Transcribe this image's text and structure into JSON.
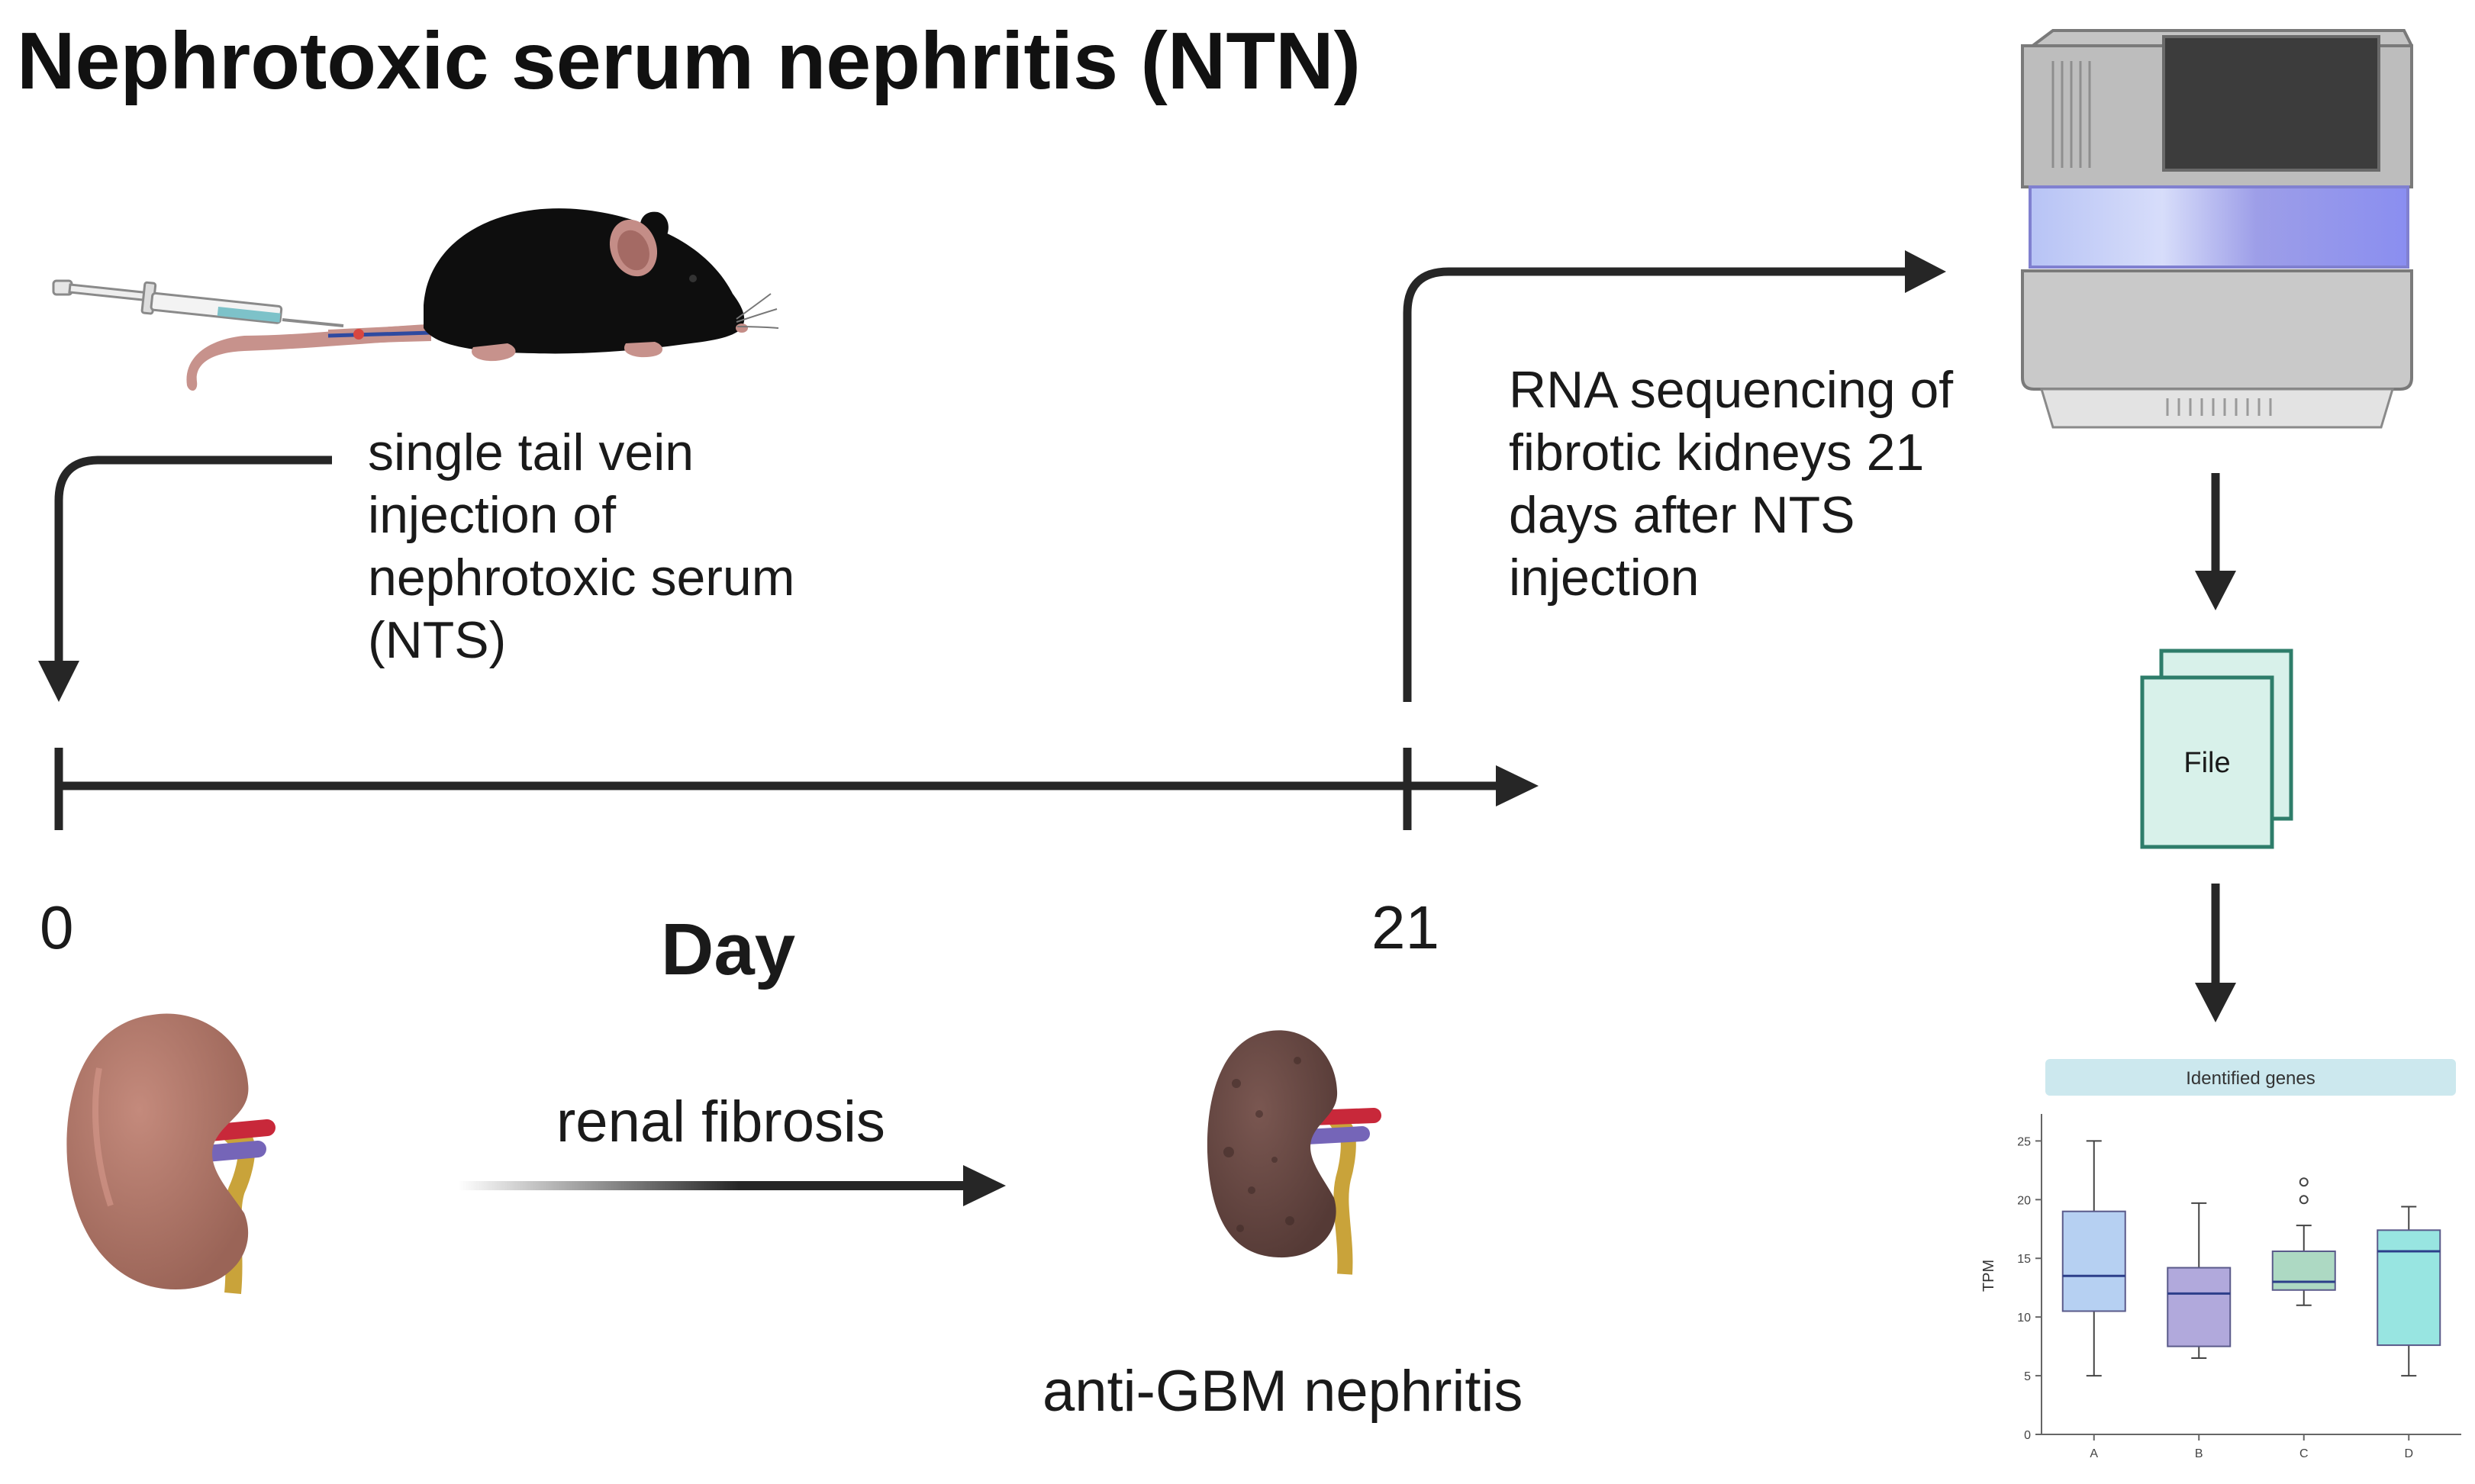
{
  "title": "Nephrotoxic serum nephritis (NTN)",
  "timeline": {
    "axis_label": "Day",
    "ticks": [
      "0",
      "21"
    ]
  },
  "injection_note": "single tail vein injection of nephrotoxic serum (NTS)",
  "sequencing_note": "RNA sequencing of fibrotic kidneys 21 days after NTS injection",
  "process_label": "renal fibrosis",
  "outcome_label": "anti-GBM nephritis",
  "file_label": "File",
  "chart_data": {
    "type": "box",
    "title": "Identified genes",
    "ylabel": "TPM",
    "xlabel": "",
    "ylim": [
      0,
      26
    ],
    "yticks": [
      "0",
      "5",
      "10",
      "15",
      "20",
      "25"
    ],
    "categories": [
      "A",
      "B",
      "C",
      "D"
    ],
    "boxes": [
      {
        "category": "A",
        "min": 5,
        "q1": 10.5,
        "median": 13.5,
        "q3": 19,
        "max": 25,
        "outliers": [],
        "color": "#a9c8f0"
      },
      {
        "category": "B",
        "min": 6.5,
        "q1": 7.5,
        "median": 12,
        "q3": 14.2,
        "max": 19.7,
        "outliers": [],
        "color": "#a39ad6"
      },
      {
        "category": "C",
        "min": 11,
        "q1": 12.3,
        "median": 13,
        "q3": 15.6,
        "max": 17.8,
        "outliers": [
          20,
          21.5
        ],
        "color": "#9fd2b8"
      },
      {
        "category": "D",
        "min": 5,
        "q1": 7.6,
        "median": 15.6,
        "q3": 17.4,
        "max": 19.4,
        "outliers": [],
        "color": "#86e0dc"
      }
    ]
  },
  "colors": {
    "arrow": "#262626",
    "file_stroke": "#2e7d6a",
    "file_fill": "#d8f1ea",
    "kidney_healthy": "#b1776a",
    "kidney_fibrotic": "#6b4a45",
    "artery": "#c8283a",
    "vein": "#7565b8",
    "ureter": "#c9a33a",
    "chart_header": "#cce8ee"
  },
  "icons": [
    "syringe-icon",
    "mouse-icon",
    "sequencer-icon",
    "file-icon",
    "healthy-kidney-icon",
    "fibrotic-kidney-icon"
  ]
}
